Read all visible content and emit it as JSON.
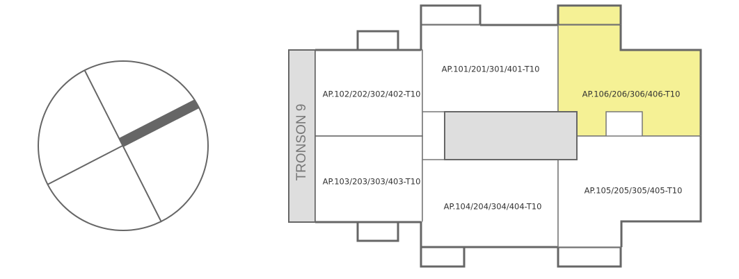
{
  "compass": {
    "orientation_icon": "orientation-compass-icon"
  },
  "building": {
    "tronson_label": "TRONSON 9",
    "highlight_color": "#f5f195",
    "core_color": "#dedede",
    "apartments": [
      {
        "id": "101",
        "label": "AP.101/201/301/401-T10",
        "selected": false
      },
      {
        "id": "102",
        "label": "AP.102/202/302/402-T10",
        "selected": false
      },
      {
        "id": "103",
        "label": "AP.103/203/303/403-T10",
        "selected": false
      },
      {
        "id": "104",
        "label": "AP.104/204/304/404-T10",
        "selected": false
      },
      {
        "id": "105",
        "label": "AP.105/205/305/405-T10",
        "selected": false
      },
      {
        "id": "106",
        "label": "AP.106/206/306/406-T10",
        "selected": true
      }
    ]
  }
}
